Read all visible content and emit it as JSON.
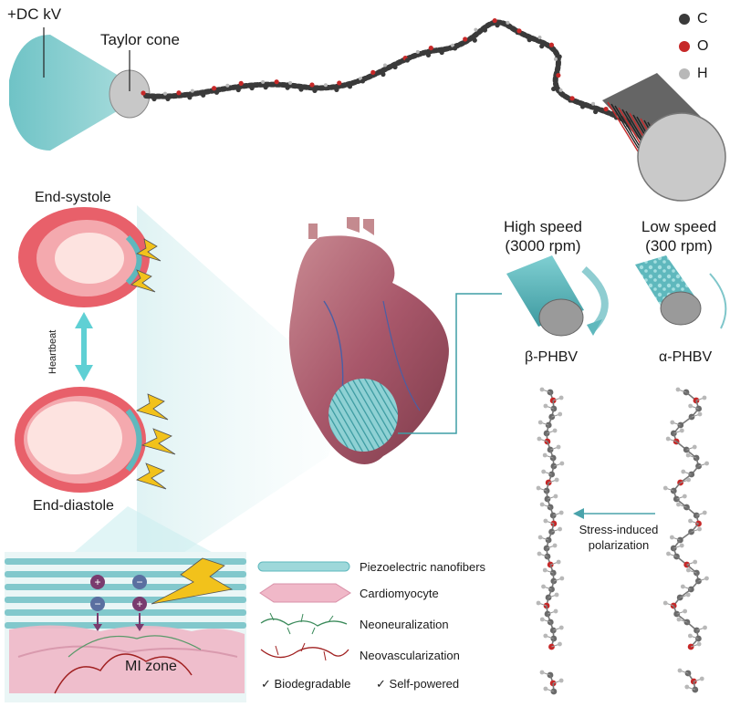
{
  "top": {
    "voltage_label": "+DC kV",
    "taylor_cone_label": "Taylor cone"
  },
  "atom_legend": [
    {
      "symbol": "C",
      "color": "#3a3a3a"
    },
    {
      "symbol": "O",
      "color": "#c62828"
    },
    {
      "symbol": "H",
      "color": "#b8b8b8"
    }
  ],
  "heart_cycle": {
    "end_systole": "End-systole",
    "heartbeat": "Heartbeat",
    "end_diastole": "End-diastole"
  },
  "speeds": {
    "high_line1": "High speed",
    "high_line2": "(3000 rpm)",
    "low_line1": "Low speed",
    "low_line2": "(300 rpm)",
    "beta": "β-PHBV",
    "alpha": "α-PHBV"
  },
  "polarization": {
    "line1": "Stress-induced",
    "line2": "polarization"
  },
  "legend": {
    "piezo": "Piezoelectric nanofibers",
    "cardio": "Cardiomyocyte",
    "neuro": "Neoneuralization",
    "vascular": "Neovascularization",
    "biodegradable": "Biodegradable",
    "self_powered": "Self-powered",
    "check": "✓"
  },
  "mi_zone": "MI zone",
  "colors": {
    "teal": "#5fb8bd",
    "teal_dark": "#3f9ea5",
    "heart": "#b5656f",
    "lightning": "#f2c21b",
    "oxygen": "#c62828",
    "carbon": "#3a3a3a",
    "hydrogen": "#b8b8b8",
    "cell_pink": "#f0b8c8",
    "purple": "#7a3b6e"
  }
}
